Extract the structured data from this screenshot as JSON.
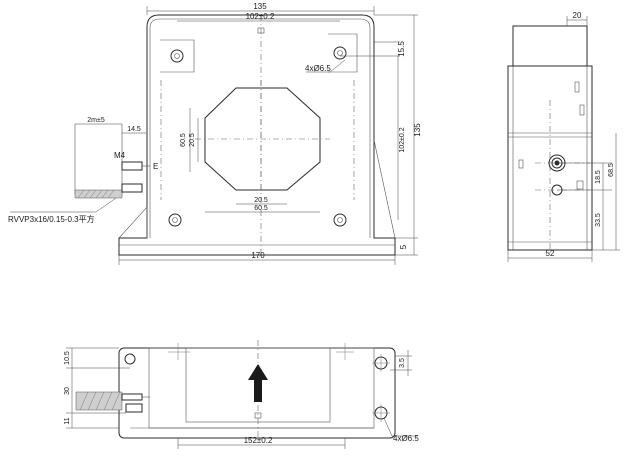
{
  "front_view": {
    "dims": {
      "overall_width": "135",
      "hole_spacing_top": "102±0.2",
      "base_width": "170",
      "top_offset": "15.5",
      "hole_spacing_vertical": "102±0.2",
      "overall_height": "135",
      "base_height": "5",
      "holes": "4xØ6.5",
      "window_height": "60.5",
      "window_inner_height": "20.5",
      "window_inner_width": "20.5",
      "window_width": "60.5"
    },
    "cable": {
      "length": "2m±5",
      "strip": "14.5",
      "screw": "M4",
      "terminal": "E",
      "spec": "RVVP3x16/0.15-0.3平方"
    }
  },
  "side_view": {
    "dims": {
      "top_width": "20",
      "height_a": "18.5",
      "height_b": "68.5",
      "height_c": "33.5",
      "depth": "52"
    }
  },
  "bottom_view": {
    "dims": {
      "top_margin": "10.5",
      "cable_height": "30",
      "bottom_margin": "11",
      "hole_offset": "3.5",
      "hole_spacing": "152±0.2",
      "holes": "4xØ6.5"
    }
  }
}
